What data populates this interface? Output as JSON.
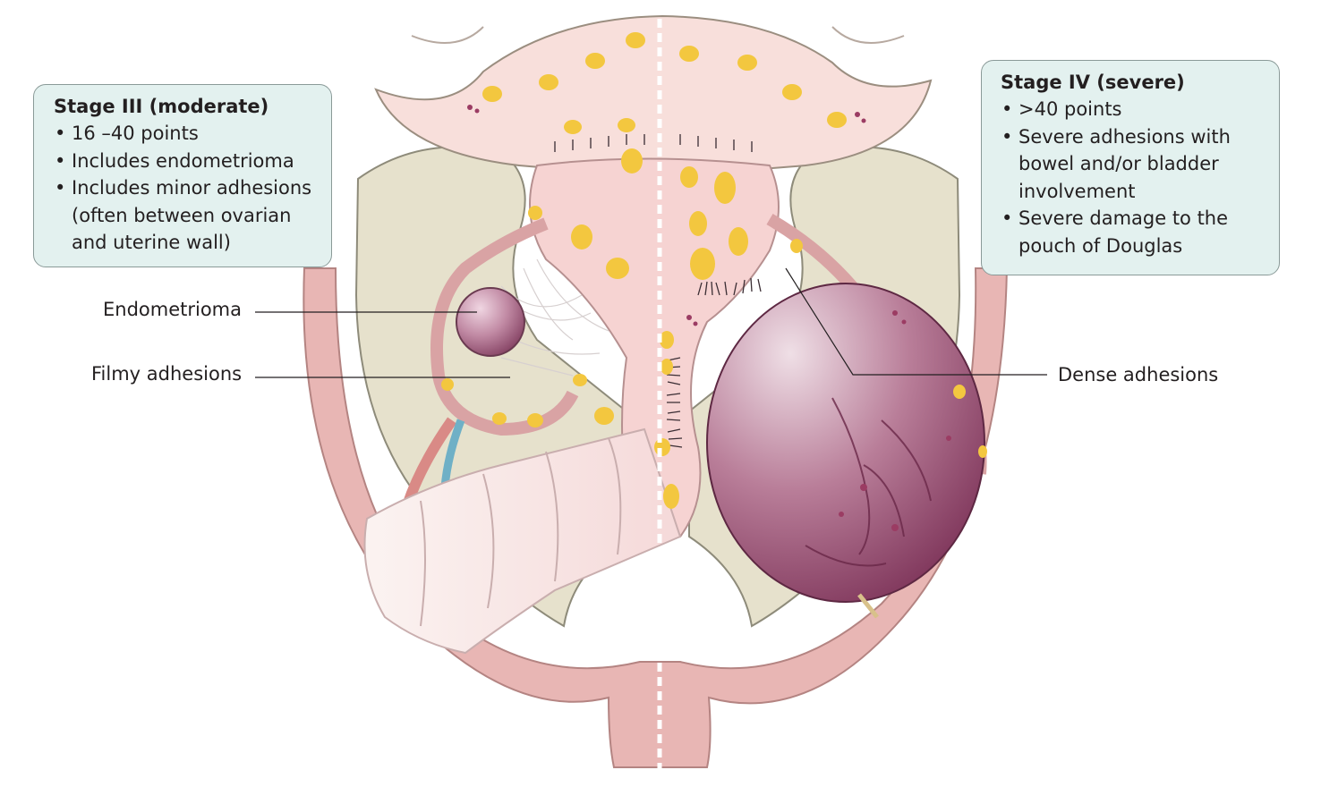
{
  "stage3": {
    "title": "Stage III (moderate)",
    "items": [
      "16 –40 points",
      "Includes endometrioma",
      "Includes minor adhesions (often between ovarian and uterine wall)"
    ]
  },
  "stage4": {
    "title": "Stage IV (severe)",
    "items": [
      ">40 points",
      "Severe adhesions with bowel and/or bladder involvement",
      "Severe damage to the pouch of Douglas"
    ]
  },
  "labels": {
    "endometrioma": "Endometrioma",
    "filmy": "Filmy adhesions",
    "dense": "Dense adhesions"
  },
  "colors": {
    "box_fill": "#e3f1ef",
    "box_border": "#8a9a98",
    "peritoneum": "#d9a9a6",
    "pelvis": "#e7e3cf",
    "tissue": "#f6d3d2",
    "lesion": "#f3c73f",
    "endometrioma": "#a25c7b",
    "large_cyst": "#8c3c62",
    "leader_line": "#231f20"
  }
}
